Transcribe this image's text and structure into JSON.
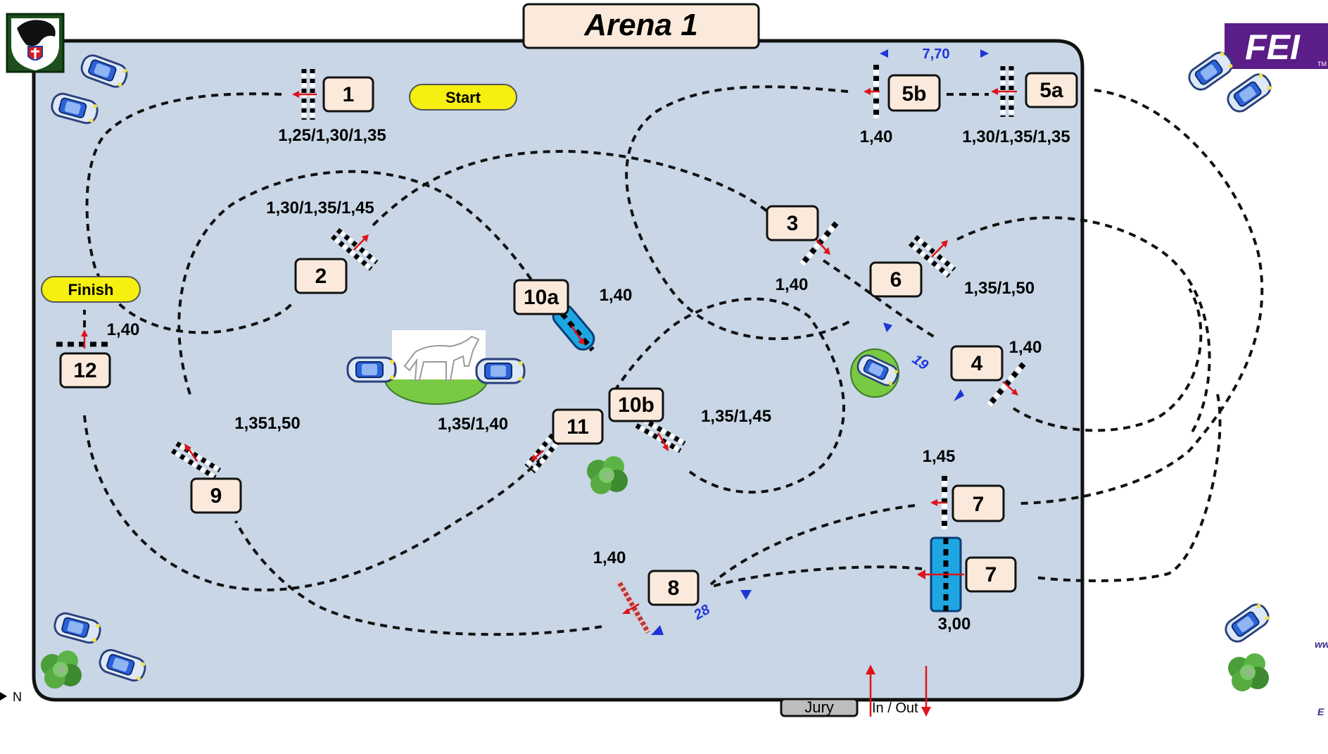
{
  "title": "Arena 1",
  "start_label": "Start",
  "finish_label": "Finish",
  "jury_label": "Jury",
  "gate_label": "In / Out",
  "north_label": "N",
  "fei_label": "FEI",
  "fei_tm": "TM",
  "colors": {
    "arena": "#c8d6e6",
    "box": "#fbeadb",
    "start_finish": "#f5f00f",
    "water": "#1ea6e3",
    "fence_red": "#e0121a",
    "distance_blue": "#1f35d8",
    "fei_purple": "#5b1d87",
    "grass": "#7ac943"
  },
  "obstacles": [
    {
      "id": "1",
      "height": "1,25/1,30/1,35"
    },
    {
      "id": "2",
      "height": "1,30/1,35/1,45"
    },
    {
      "id": "3",
      "height": "1,40"
    },
    {
      "id": "4",
      "height": "1,40"
    },
    {
      "id": "5a",
      "height": "1,30/1,35/1,35"
    },
    {
      "id": "5b",
      "height": "1,40"
    },
    {
      "id": "6",
      "height": "1,35/1,50"
    },
    {
      "id": "7",
      "height": "1,45"
    },
    {
      "id": "7",
      "height": "3,00",
      "type": "water"
    },
    {
      "id": "8",
      "height": "1,40"
    },
    {
      "id": "9",
      "height": "1,351,50"
    },
    {
      "id": "10a",
      "height": "1,40"
    },
    {
      "id": "10b",
      "height": "1,35/1,45"
    },
    {
      "id": "11",
      "height": "1,35/1,40"
    },
    {
      "id": "12",
      "height": "1,40"
    }
  ],
  "distances": [
    {
      "label": "7,70"
    },
    {
      "label": "19"
    },
    {
      "label": "28"
    }
  ],
  "icons": [
    "club-crest-icon",
    "fei-logo-icon",
    "car-icon",
    "horse-statue-icon",
    "tree-icon",
    "arrow-icon"
  ]
}
